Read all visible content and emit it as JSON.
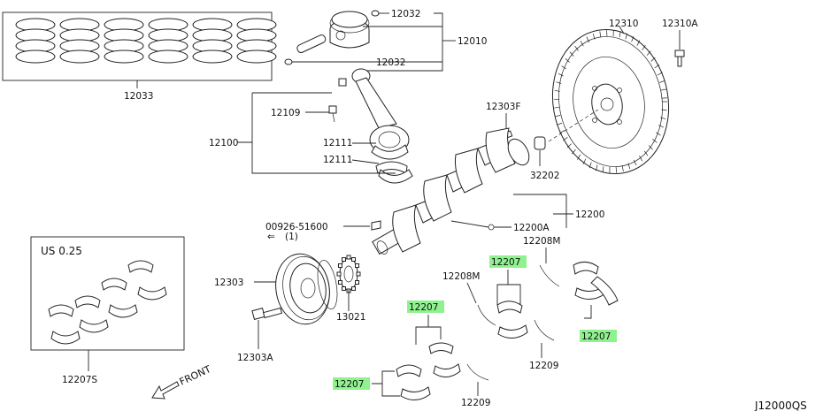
{
  "diagram_code": "J12000QS",
  "front_label": "FRONT",
  "us_label": "US 0.25",
  "parts": {
    "p12033": "12033",
    "p12032a": "12032",
    "p12032b": "12032",
    "p12010": "12010",
    "p12310": "12310",
    "p12310A": "12310A",
    "p12109": "12109",
    "p12100": "12100",
    "p12111a": "12111",
    "p12111b": "12111",
    "p12303F": "12303F",
    "p32202": "32202",
    "p00926": "00926-51600",
    "p00926qty": "(1)",
    "p12200A": "12200A",
    "p12200": "12200",
    "p12208Ma": "12208M",
    "p12208Mb": "12208M",
    "p12303": "12303",
    "p13021": "13021",
    "p12303A": "12303A",
    "p12207S": "12207S",
    "p12209a": "12209",
    "p12209b": "12209",
    "p12207a": "12207",
    "p12207b": "12207",
    "p12207c": "12207",
    "p12207d": "12207"
  },
  "highlight_color": "#7bf07b"
}
